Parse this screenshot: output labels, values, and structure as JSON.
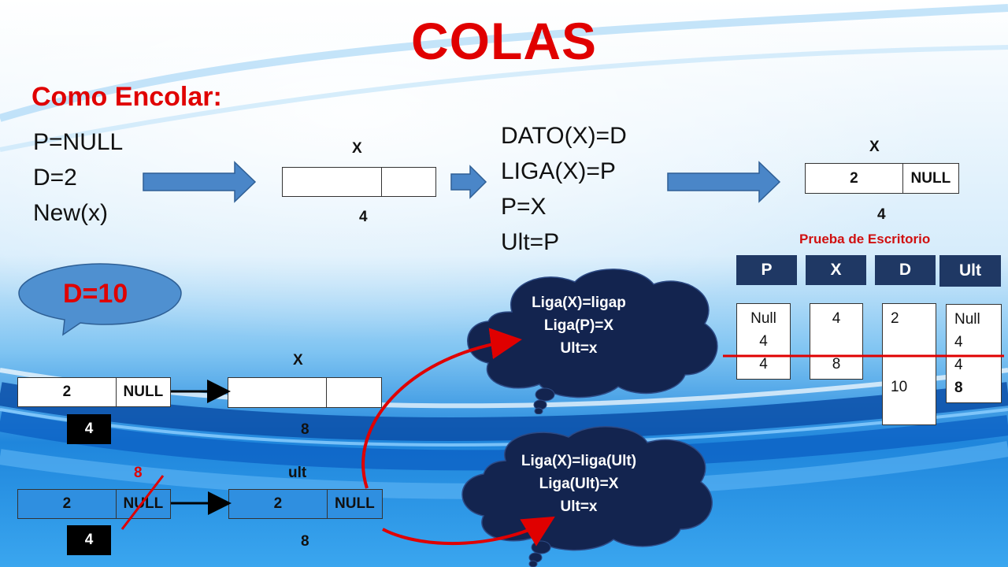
{
  "slide": {
    "title": "COLAS",
    "subtitle": "Como Encolar:",
    "initial_code": [
      "P=NULL",
      "D=2",
      "New(x)"
    ],
    "mid_code": [
      "DATO(X)=D",
      "LIGA(X)=P",
      "P=X",
      "Ult=P"
    ]
  },
  "top_flow": {
    "empty_node_label": "X",
    "empty_node_addr": "4",
    "filled_node_label": "X",
    "filled_node_data": "2",
    "filled_node_link": "NULL",
    "filled_node_addr": "4"
  },
  "desk_check": {
    "title": "Prueba de Escritorio",
    "headers": [
      "P",
      "X",
      "D",
      "Ult"
    ],
    "columns": [
      [
        "Null",
        "4",
        "4"
      ],
      [
        "4",
        "",
        "8"
      ],
      [
        "2",
        "",
        "",
        "10"
      ],
      [
        "Null",
        "4",
        "4",
        "8"
      ]
    ]
  },
  "callout": {
    "text": "D=10"
  },
  "clouds": [
    {
      "lines": [
        "Liga(X)=ligap",
        "Liga(P)=X",
        "Ult=x"
      ]
    },
    {
      "lines": [
        "Liga(X)=liga(Ult)",
        "Liga(Ult)=X",
        "Ult=x"
      ]
    }
  ],
  "bottom_a": {
    "node1_data": "2",
    "node1_link": "NULL",
    "node1_addr": "4",
    "node2_label": "X",
    "node2_addr": "8"
  },
  "bottom_b": {
    "node1_data": "2",
    "node1_link": "NULL",
    "node1_addr": "4",
    "overwrite": "8",
    "node2_label": "ult",
    "node2_data": "2",
    "node2_link": "NULL",
    "node2_addr": "8"
  },
  "colors": {
    "title": "#e00000",
    "header_fill": "#1f3864",
    "cloud_fill": "#13244f",
    "arrow_fill": "#4a86c8"
  }
}
